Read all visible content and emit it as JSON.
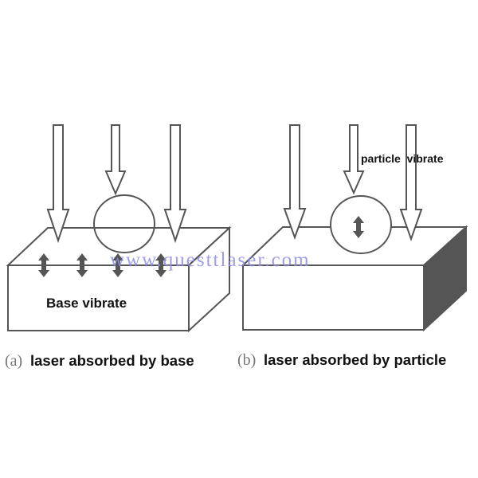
{
  "panel_a": {
    "tag": "(a)",
    "caption": "laser absorbed by base",
    "label": "Base vibrate"
  },
  "panel_b": {
    "tag": "(b)",
    "caption": "laser absorbed by particle",
    "label": "particle  vibrate"
  },
  "watermark": "www.questtlaser.com",
  "colors": {
    "line": "#555555",
    "vibration_arrow": "#555555",
    "shaded_face": "#555555",
    "watermark": "#8c8ce6"
  }
}
